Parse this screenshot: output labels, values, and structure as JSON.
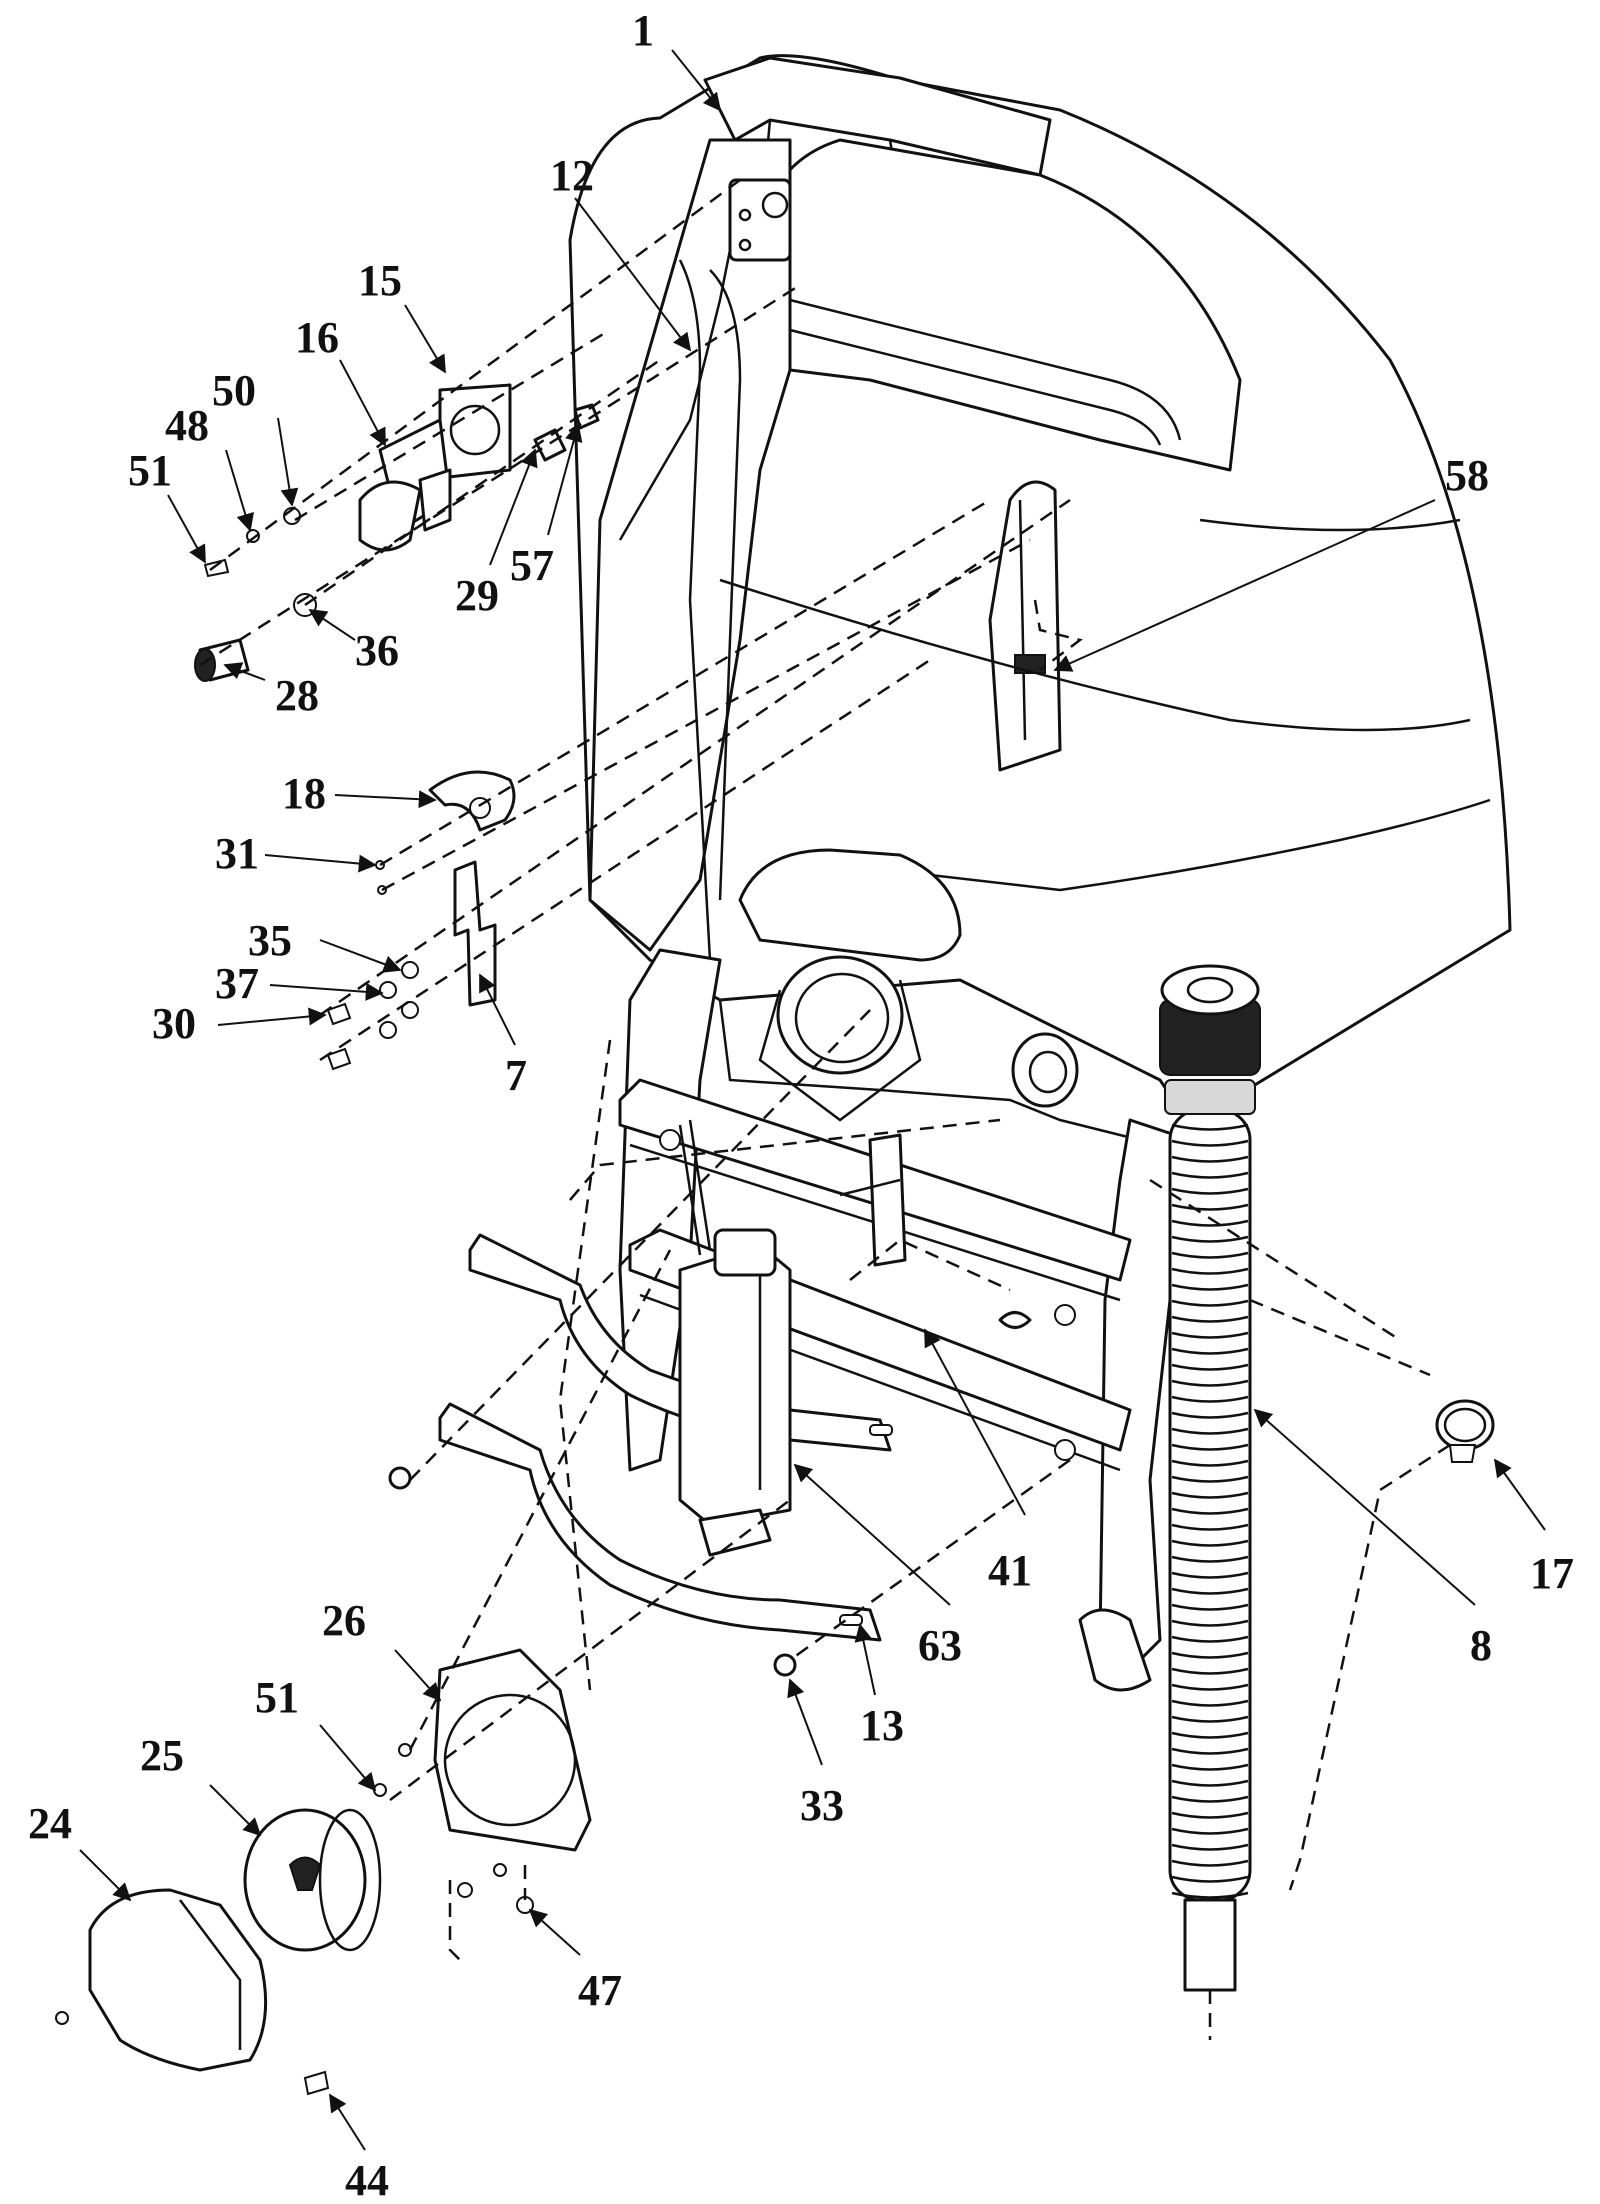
{
  "diagram": {
    "callouts": {
      "c1": "1",
      "c12": "12",
      "c15": "15",
      "c16": "16",
      "c50": "50",
      "c48": "48",
      "c51a": "51",
      "c29": "29",
      "c57": "57",
      "c36": "36",
      "c28": "28",
      "c58": "58",
      "c18": "18",
      "c31": "31",
      "c35": "35",
      "c37": "37",
      "c30": "30",
      "c7": "7",
      "c41": "41",
      "c63": "63",
      "c8": "8",
      "c17": "17",
      "c26": "26",
      "c51b": "51",
      "c25": "25",
      "c24": "24",
      "c13": "13",
      "c33": "33",
      "c47": "47",
      "c44": "44"
    }
  }
}
